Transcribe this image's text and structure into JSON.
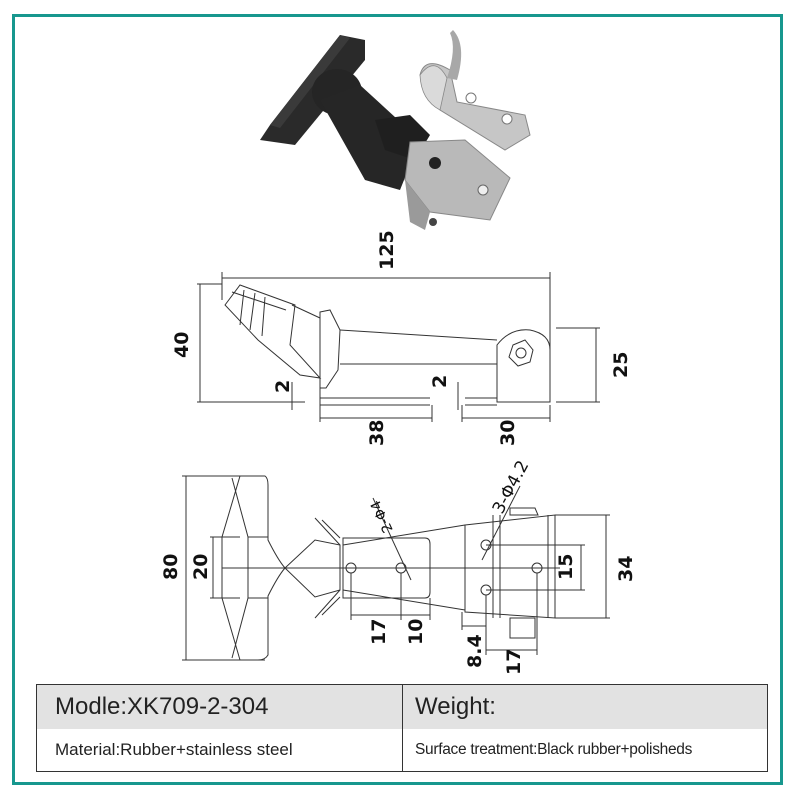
{
  "frame": {
    "border_color": "#17978e"
  },
  "photo": {
    "description": "Black rubber T-handle draw latch with stainless steel keeper bracket"
  },
  "side_view": {
    "dimensions": {
      "overall_length": "125",
      "height": "40",
      "bracket_height": "25",
      "left_thickness": "2",
      "right_thickness": "2",
      "keeper_length": "38",
      "base_length": "30"
    }
  },
  "top_view": {
    "dimensions": {
      "handle_width": "80",
      "handle_grip": "20",
      "keeper_holes": "2-Φ4",
      "base_holes": "3-Φ4.2",
      "hole_spacing_vertical": "15",
      "base_width": "34",
      "keeper_hole_offset": "17",
      "keeper_edge": "10",
      "base_edge_offset": "8.4",
      "base_hole_spacing": "17"
    }
  },
  "spec_table": {
    "model": "Modle:XK709-2-304",
    "weight": "Weight:",
    "material": "Material:Rubber+stainless steel",
    "surface": "Surface treatment:Black rubber+polisheds"
  }
}
